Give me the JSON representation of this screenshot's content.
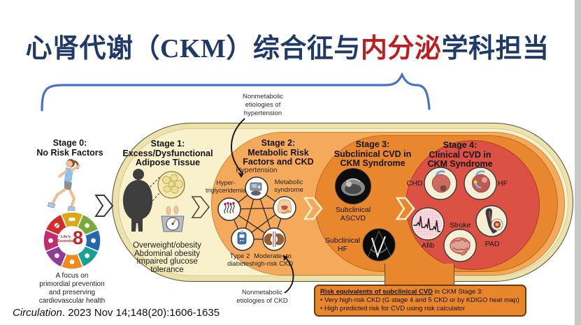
{
  "title": {
    "part1": "心肾代谢（CKM）综合征与",
    "part2": "内分泌",
    "part3": "学科担当"
  },
  "citation": {
    "journal": "Circulation",
    "rest": ". 2023 Nov 14;148(20):1606-1635"
  },
  "notes": {
    "top": [
      "Nonmetabolic",
      "etiologies of",
      "hypertension"
    ],
    "bottom": [
      "Nonmetabolic",
      "etiologies of CKD"
    ]
  },
  "stage0": {
    "title": "Stage 0:",
    "subtitle": "No Risk Factors",
    "wheel": {
      "small1": "Life's",
      "small2": "Essential",
      "number": "8"
    },
    "caption": [
      "A focus on",
      "primordial prevention",
      "and preserving",
      "cardiovascular health"
    ]
  },
  "stage1": {
    "title": "Stage 1:",
    "line2": "Excess/Dysfunctional",
    "line3": "Adipose Tissue",
    "items": [
      "Overweight/obesity",
      "Abdominal obesity",
      "Impaired glucose",
      "tolerance"
    ]
  },
  "stage2": {
    "title": "Stage 2:",
    "line2": "Metabolic Risk",
    "line3": "Factors and CKD",
    "hypertension": "Hypertension",
    "hyper1": "Hyper-",
    "hyper2": "triglyceridemia",
    "met1": "Metabolic",
    "met2": "syndrome",
    "t2d1": "Type 2",
    "t2d2": "diabetes",
    "ckd1": "Moderate- to",
    "ckd2": "high-risk CKD"
  },
  "stage3": {
    "title": "Stage 3:",
    "line2": "Subclinical CVD in",
    "line3": "CKM Syndrome",
    "ascvd1": "Subclinical",
    "ascvd2": "ASCVD",
    "hf1": "Subclinical",
    "hf2": "HF"
  },
  "stage4": {
    "title": "Stage 4:",
    "line2": "Clinical CVD in",
    "line3": "CKM Syndrome",
    "chd": "CHD",
    "hf": "HF",
    "afib": "Afib",
    "stroke": "Stroke",
    "pad": "PAD"
  },
  "risk_box": {
    "title_bold": "Risk equivalents of subclinical CVD",
    "title_rest": " in CKM Stage 3:",
    "bullets": [
      "• Very high-risk CKD (G stage 4 and 5 CKD or by KDIGO heat map)",
      "• High predicted risk for CVD using risk calculator"
    ]
  },
  "colors": {
    "title_navy": "#203A68",
    "title_red": "#BE1E20",
    "brace_blue": "#4673C8",
    "outer_ring": "#ECE2AB",
    "inner_ring": "#F8F1CC",
    "stage2_orange": "#F5A95B",
    "stage3_orange": "#E8872D",
    "stage4_red": "#DB5144",
    "risk_box_bg": "#E8862C"
  }
}
